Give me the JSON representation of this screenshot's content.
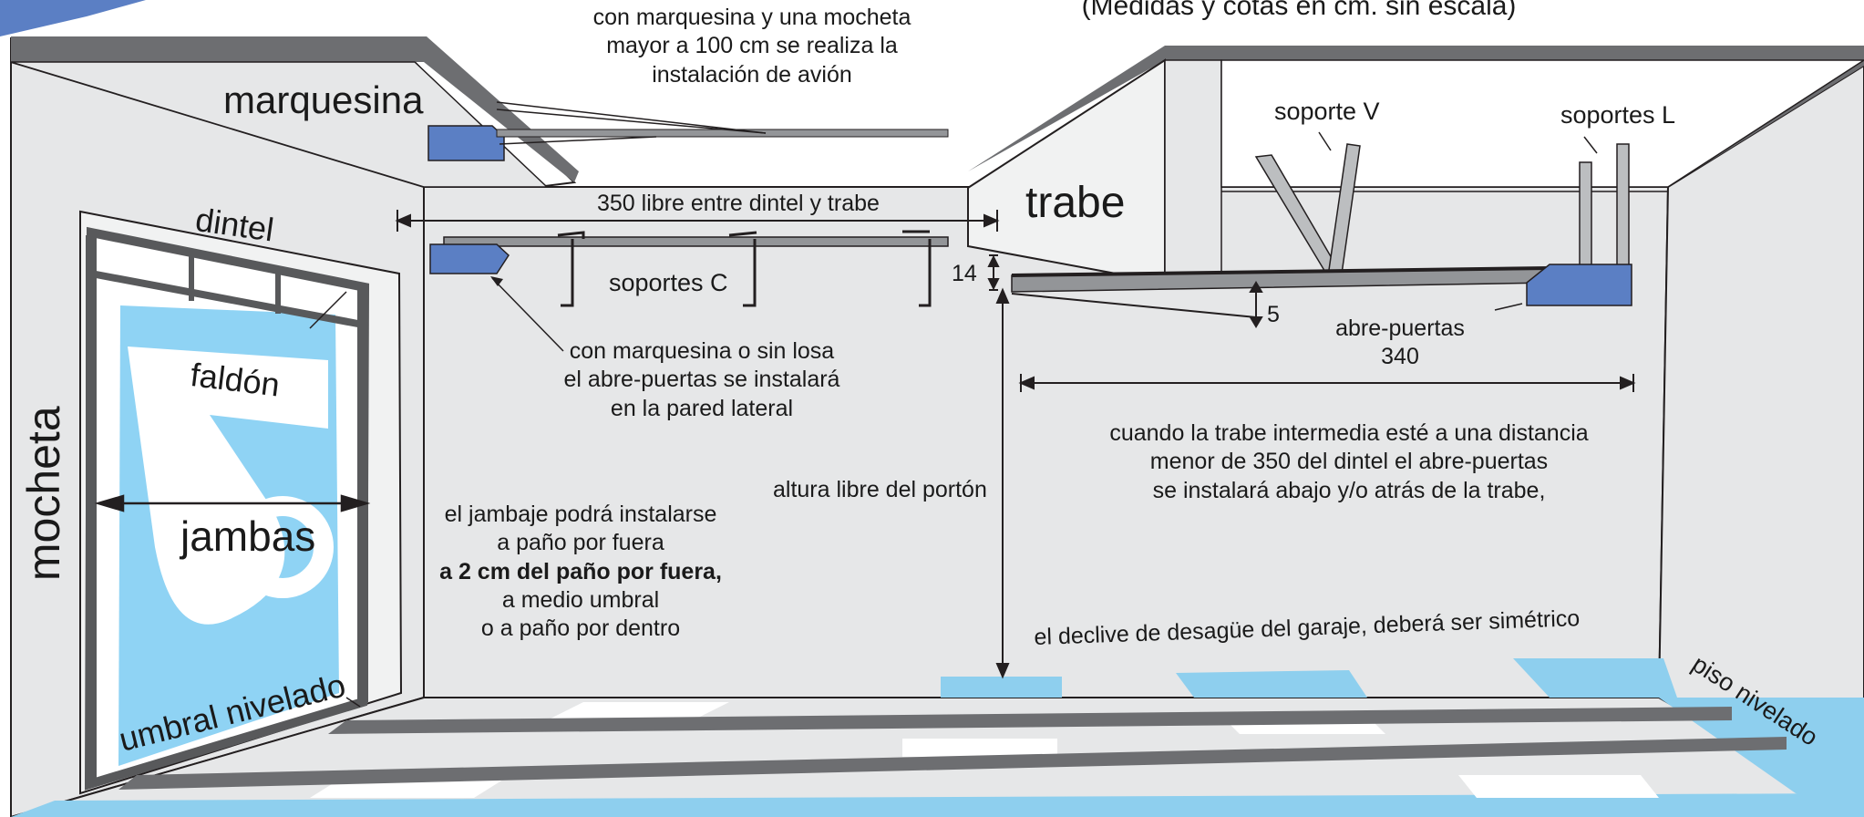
{
  "title_partial": "(Medidas y cotas en cm. sin escala)",
  "top_note": [
    "con marquesina y una mocheta",
    "mayor a 100 cm se realiza la",
    "instalación de avión"
  ],
  "labels": {
    "marquesina": "marquesina",
    "dintel": "dintel",
    "faldon": "faldón",
    "mocheta": "mocheta",
    "jambas": "jambas",
    "umbral": "umbral nivelado",
    "trabe": "trabe",
    "soporte_v": "soporte V",
    "soportes_l": "soportes L",
    "soportes_c": "soportes C",
    "abre_puertas": "abre-puertas",
    "piso": "piso nivelado",
    "altura": "altura libre del portón",
    "libre": "350 libre entre dintel y trabe",
    "dim_14": "14",
    "dim_5": "5",
    "dim_340": "340"
  },
  "notes": {
    "lateral": [
      "con marquesina o sin losa",
      "el abre-puertas se instalará",
      "en la pared lateral"
    ],
    "trabe_note": [
      "cuando la trabe intermedia esté a una distancia",
      "menor  de 350 del dintel el abre-puertas",
      "se instalará abajo y/o atrás de la trabe,"
    ],
    "jambaje": {
      "line1": "el jambaje podrá instalarse",
      "line2": "a paño por fuera",
      "line3_bold": "a 2 cm del paño por fuera,",
      "line4": "a medio umbral",
      "line5": "o a paño por dentro"
    },
    "declive": "el declive de desagüe del garaje, deberá ser simétrico"
  },
  "colors": {
    "wall": "#e6e7e8",
    "beam": "#f1f2f2",
    "roof": "#6d6e71",
    "rail": "#939598",
    "motor": "#5b7fc4",
    "door_blue": "#8fd3f4",
    "floor_blue": "#8ecfee",
    "frame": "#58595b"
  }
}
